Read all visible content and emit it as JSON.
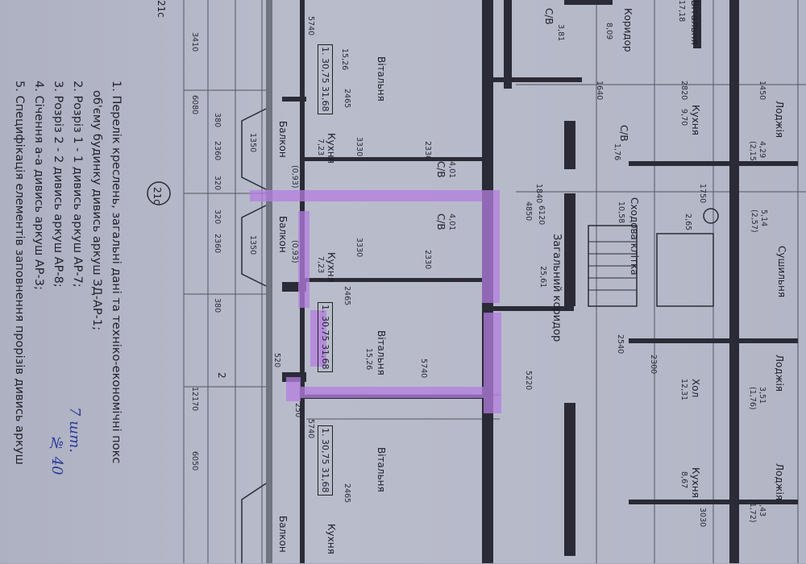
{
  "notes": [
    "1. Перелік креслень, загальні дані та техніко-економічні покс",
    "об'єму будинку дивись аркуш ЗД-АР-1;",
    "2. Розріз 1 - 1 дивись аркуш АР-7;",
    "3. Розріз 2 - 2 дивись аркуш АР-8;",
    "4. Січення а-а дивись аркуш АР-3;",
    "5. Специфікація елементів заповнення прорізів дивись аркуш"
  ],
  "handwriting": [
    "7 шт.",
    "№ 40"
  ],
  "axis_marks": [
    "21с",
    "21с"
  ],
  "section_mark": "2",
  "rooms": {
    "balcony": "Балкон",
    "balcony_area": "(0,93)",
    "kitchen_small": "Кухня",
    "kitchen_small_area": "7,23",
    "living": "Вітальня",
    "living_area": "15,26",
    "bath": "С/В",
    "bath_area": "4,01",
    "apt_number": "1.",
    "apt_living": "15,26",
    "apt_total": "30,75",
    "apt_gross": "31,68",
    "corridor_common": "Загальний коридор",
    "corridor_common_area": "25,61",
    "corridor": "Коридор",
    "corridor_area": "8,09",
    "kitchen_right": "Кухня",
    "kitchen_right_area": "9,70",
    "bath_right": "С/В",
    "bath_right_area": "1,76",
    "bath_top": "С/В",
    "bath_top_area": "3,81",
    "loggia1": "Лоджія",
    "loggia1_area": "4,29",
    "loggia1_red": "(2,15)",
    "stair": "Сходова клітка",
    "stair_area": "10,58",
    "drying": "Сушильня",
    "drying_area": "5,14",
    "drying_red": "(2,57)",
    "small_room_area": "2,65",
    "loggia2": "Лоджія",
    "loggia2_area": "3,51",
    "loggia2_red": "(1,76)",
    "hall": "Хол",
    "hall_area": "12,31",
    "kitchen_bottom": "Кухня",
    "kitchen_bottom_area": "8,67",
    "loggia3": "Лоджія",
    "loggia3_area": "3,43",
    "loggia3_red": "(1,72)",
    "top_room": "Вітальня",
    "top_room_area": "17,18"
  },
  "dimensions": {
    "outer": [
      "3410",
      "6080",
      "380",
      "2360",
      "320",
      "320",
      "2360",
      "380",
      "12170",
      "6050",
      "520",
      "250"
    ],
    "inner": [
      "5740",
      "2465",
      "3330",
      "1350",
      "2330",
      "1840",
      "6120",
      "4850",
      "5220",
      "1640",
      "2820",
      "1450",
      "2540",
      "1750",
      "3030",
      "2300"
    ]
  },
  "colors": {
    "highlight": "#b47ee0",
    "ink": "#1e1f2a",
    "pen": "#2b3a9a"
  }
}
